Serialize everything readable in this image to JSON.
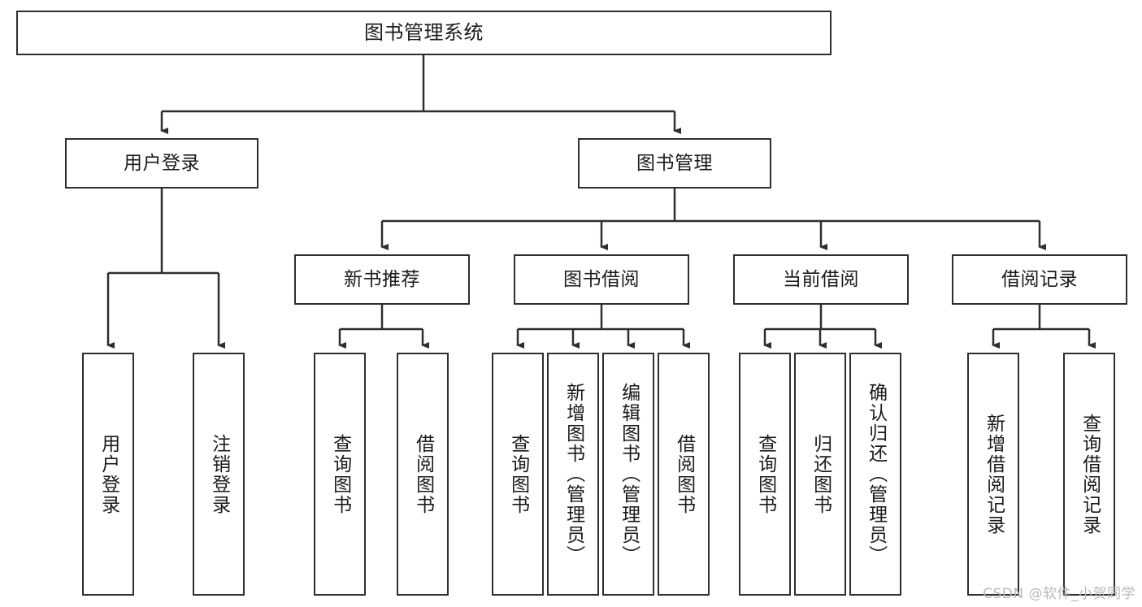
{
  "diagram": {
    "title": "图书管理系统",
    "type": "tree-hierarchy",
    "stroke_color": "#2e2e2e",
    "fill_color": "#ffffff",
    "text_color": "#1a1a1a",
    "watermark": "CSDN @软件_小贺同学",
    "nodes": {
      "root": {
        "label": "图书管理系统"
      },
      "level2": [
        {
          "label": "用户登录"
        },
        {
          "label": "图书管理"
        }
      ],
      "level3": [
        {
          "label": "新书推荐"
        },
        {
          "label": "图书借阅"
        },
        {
          "label": "当前借阅"
        },
        {
          "label": "借阅记录"
        }
      ],
      "leaves_user_login": [
        {
          "label": "用户登录"
        },
        {
          "label": "注销登录"
        }
      ],
      "leaves_new_books": [
        {
          "label": "查询图书"
        },
        {
          "label": "借阅图书"
        }
      ],
      "leaves_borrow": [
        {
          "label": "查询图书"
        },
        {
          "label": "新增图书（管理员）"
        },
        {
          "label": "编辑图书（管理员）"
        },
        {
          "label": "借阅图书"
        }
      ],
      "leaves_current": [
        {
          "label": "查询图书"
        },
        {
          "label": "归还图书"
        },
        {
          "label": "确认归还（管理员）"
        }
      ],
      "leaves_records": [
        {
          "label": "新增借阅记录"
        },
        {
          "label": "查询借阅记录"
        }
      ]
    }
  }
}
